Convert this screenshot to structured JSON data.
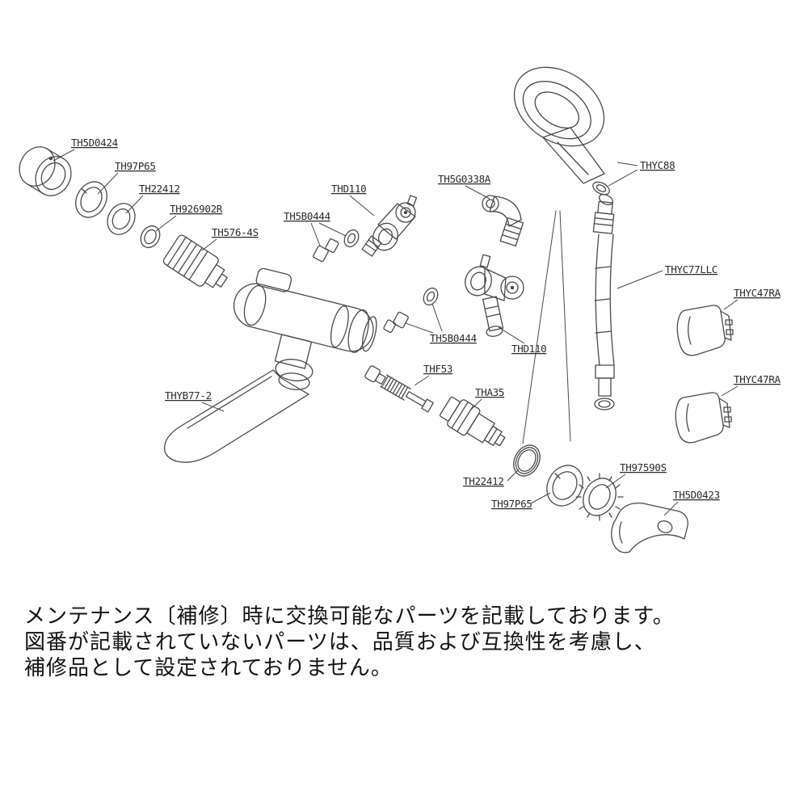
{
  "page": {
    "background": "#ffffff"
  },
  "diagram": {
    "stroke_color": "#4a4a4a",
    "label_color": "#2b2b2b",
    "labels": [
      {
        "part_no": "TH5D0424"
      },
      {
        "part_no": "TH97P65"
      },
      {
        "part_no": "TH22412"
      },
      {
        "part_no": "TH926902R"
      },
      {
        "part_no": "TH576-4S"
      },
      {
        "part_no": "THD110"
      },
      {
        "part_no": "TH5B0444"
      },
      {
        "part_no": "TH5G0338A"
      },
      {
        "part_no": "THYC88"
      },
      {
        "part_no": "THYC77LLC"
      },
      {
        "part_no": "THYC47RA"
      },
      {
        "part_no": "THYC47RA"
      },
      {
        "part_no": "THYB77-2"
      },
      {
        "part_no": "THF53"
      },
      {
        "part_no": "THA35"
      },
      {
        "part_no": "TH5B0444"
      },
      {
        "part_no": "THD110"
      },
      {
        "part_no": "TH22412"
      },
      {
        "part_no": "TH97P65"
      },
      {
        "part_no": "TH97590S"
      },
      {
        "part_no": "TH5D0423"
      }
    ]
  },
  "footer": {
    "line1": "メンテナンス〔補修〕時に交換可能なパーツを記載しております。",
    "line2": "図番が記載されていないパーツは、品質および互換性を考慮し、",
    "line3": "補修品として設定されておりません。"
  }
}
